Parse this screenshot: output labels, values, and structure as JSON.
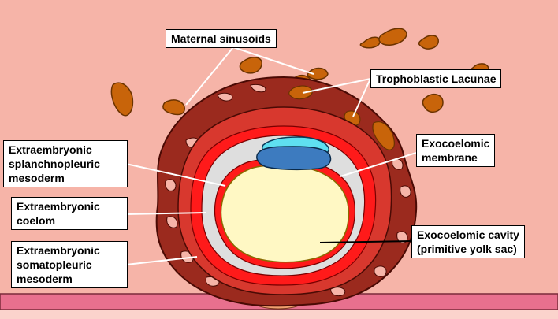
{
  "labels": {
    "maternal_sinusoids": "Maternal sinusoids",
    "trophoblastic_lacunae": "Trophoblastic Lacunae",
    "exocoelomic_membrane": [
      "Exocoelomic",
      "membrane"
    ],
    "extraembryonic_splanchnopleuric_mesoderm": [
      "Extraembryonic",
      "splanchnopleuric",
      "mesoderm"
    ],
    "extraembryonic_coelom": [
      "Extraembryonic",
      "coelom"
    ],
    "extraembryonic_somatopleuric_mesoderm": [
      "Extraembryonic",
      "somatopleuric",
      "mesoderm"
    ],
    "exocoelomic_cavity": [
      "Exocoelomic cavity",
      "(primitive yolk sac)"
    ]
  },
  "colors": {
    "background_endometrium": "#f6b4a8",
    "maternal_sinusoid": "#c8640a",
    "syncytiotrophoblast": "#9b2a1e",
    "cytotrophoblast": "#d8382e",
    "extraembryonic_mesoderm": "#ff1a1a",
    "extraembryonic_coelom": "#dedede",
    "yolk_sac": "#fff8c4",
    "amnion": "#5fe0f0",
    "epiblast_hypoblast": "#3d7bbf",
    "uterine_epithelium": "#e8708e",
    "leader_lines": "#ffffff"
  }
}
